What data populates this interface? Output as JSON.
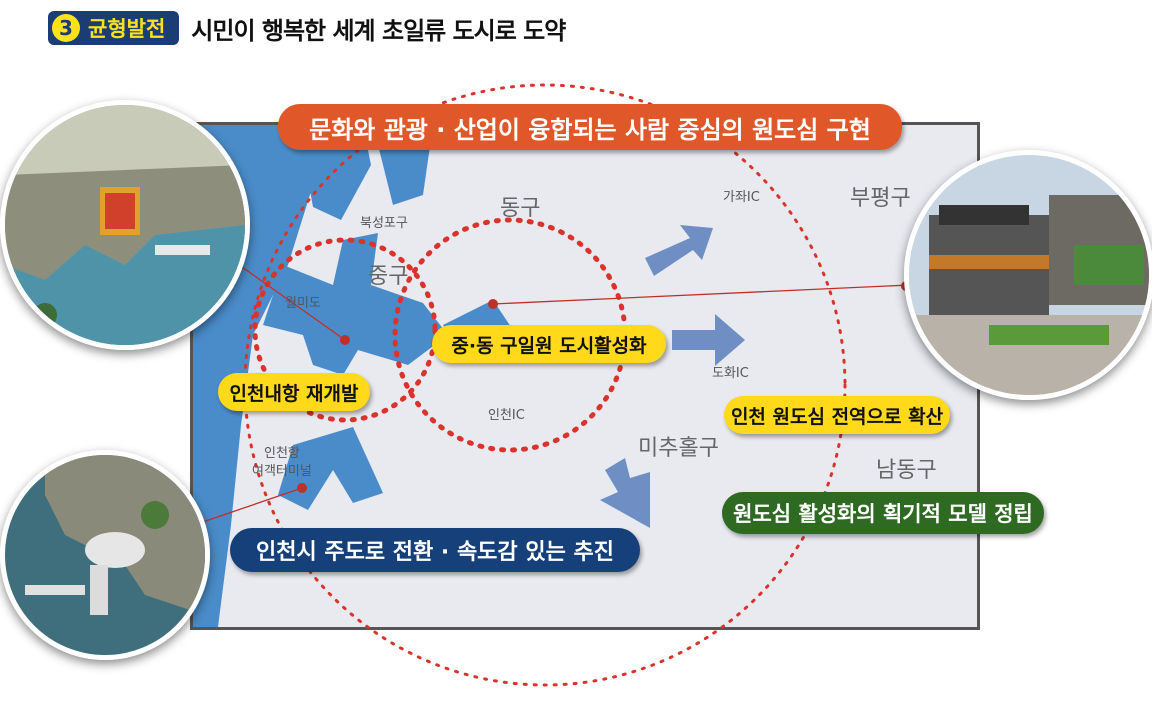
{
  "title": {
    "number": "3",
    "badge": "균형발전",
    "text": "시민이 행복한 세계 초일류 도시로 도약"
  },
  "headline": "문화와 관광 · 산업이 융합되는 사람 중심의 원도심 구현",
  "map_labels": {
    "donggu": "동구",
    "bukseongpogu": "북성포구",
    "junggu": "중구",
    "wolmido": "월미도",
    "incheon_ic": "인천IC",
    "incheon_port": "인천항",
    "passenger_terminal": "여객터미널",
    "gajwa_ic": "가좌IC",
    "bupyeonggu": "부평구",
    "dohwa_ic": "도화IC",
    "michuholgu": "미추홀구",
    "namdonggu": "남동구"
  },
  "callouts": {
    "revitalization": "중·동 구일원 도시활성화",
    "inner_port": "인천내항 재개발",
    "spread": "인천 원도심 전역으로 확산",
    "main_road": "인천시 주도로 전환 · 속도감 있는 추진",
    "model": "원도심 활성화의 획기적 모델 정립"
  },
  "colors": {
    "sea": "#4a8cc9",
    "land": "#e8eaf0",
    "circle_dashed": "#d9332b",
    "arrow": "#6f8fc4",
    "orange": "#e0582a",
    "yellow": "#ffd91a",
    "navy": "#15407a",
    "green": "#2f6a22"
  }
}
